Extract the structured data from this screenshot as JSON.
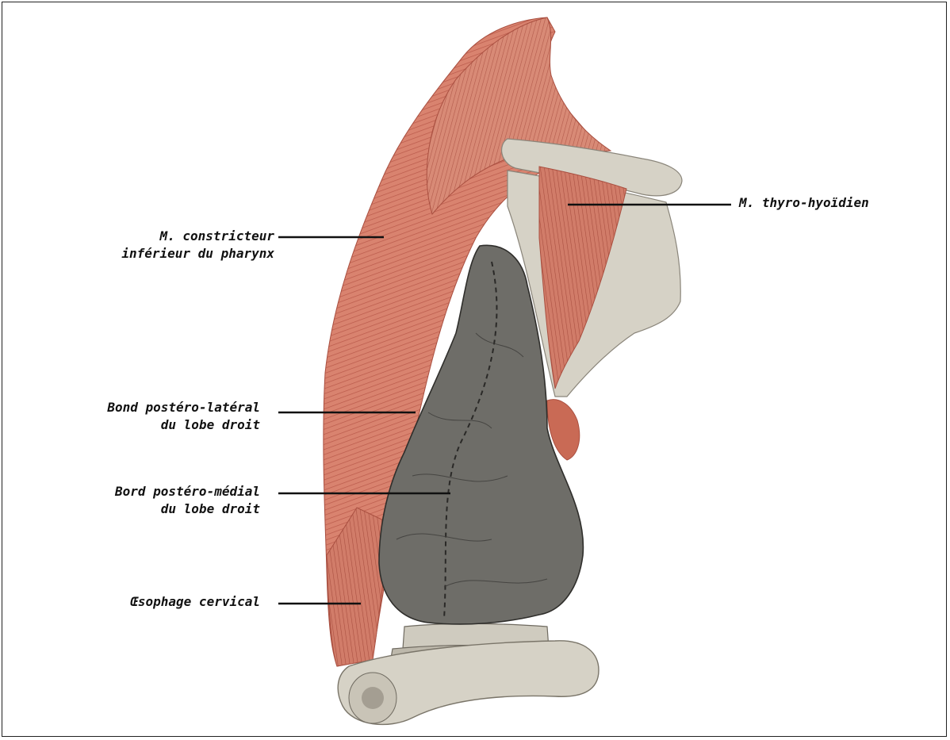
{
  "labels": {
    "thyro_hyoidien": "M. thyro-hyoïdien",
    "constricteur_line1": "M. constricteur",
    "constricteur_line2": "inférieur du pharynx",
    "bond_line1": "Bond postéro-latéral",
    "bond_line2": "du lobe droit",
    "bord_line1": "Bord postéro-médial",
    "bord_line2": "du lobe droit",
    "oesophage": "Œsophage cervical"
  },
  "colors": {
    "muscle": "#d9836f",
    "muscle_dark": "#b9594a",
    "thyroid_gland": "#6e6d68",
    "thyroid_dark": "#3c3b38",
    "cartilage": "#d6d2c6",
    "cartilage_shade": "#b8b3a6",
    "leader_line": "#111111"
  }
}
